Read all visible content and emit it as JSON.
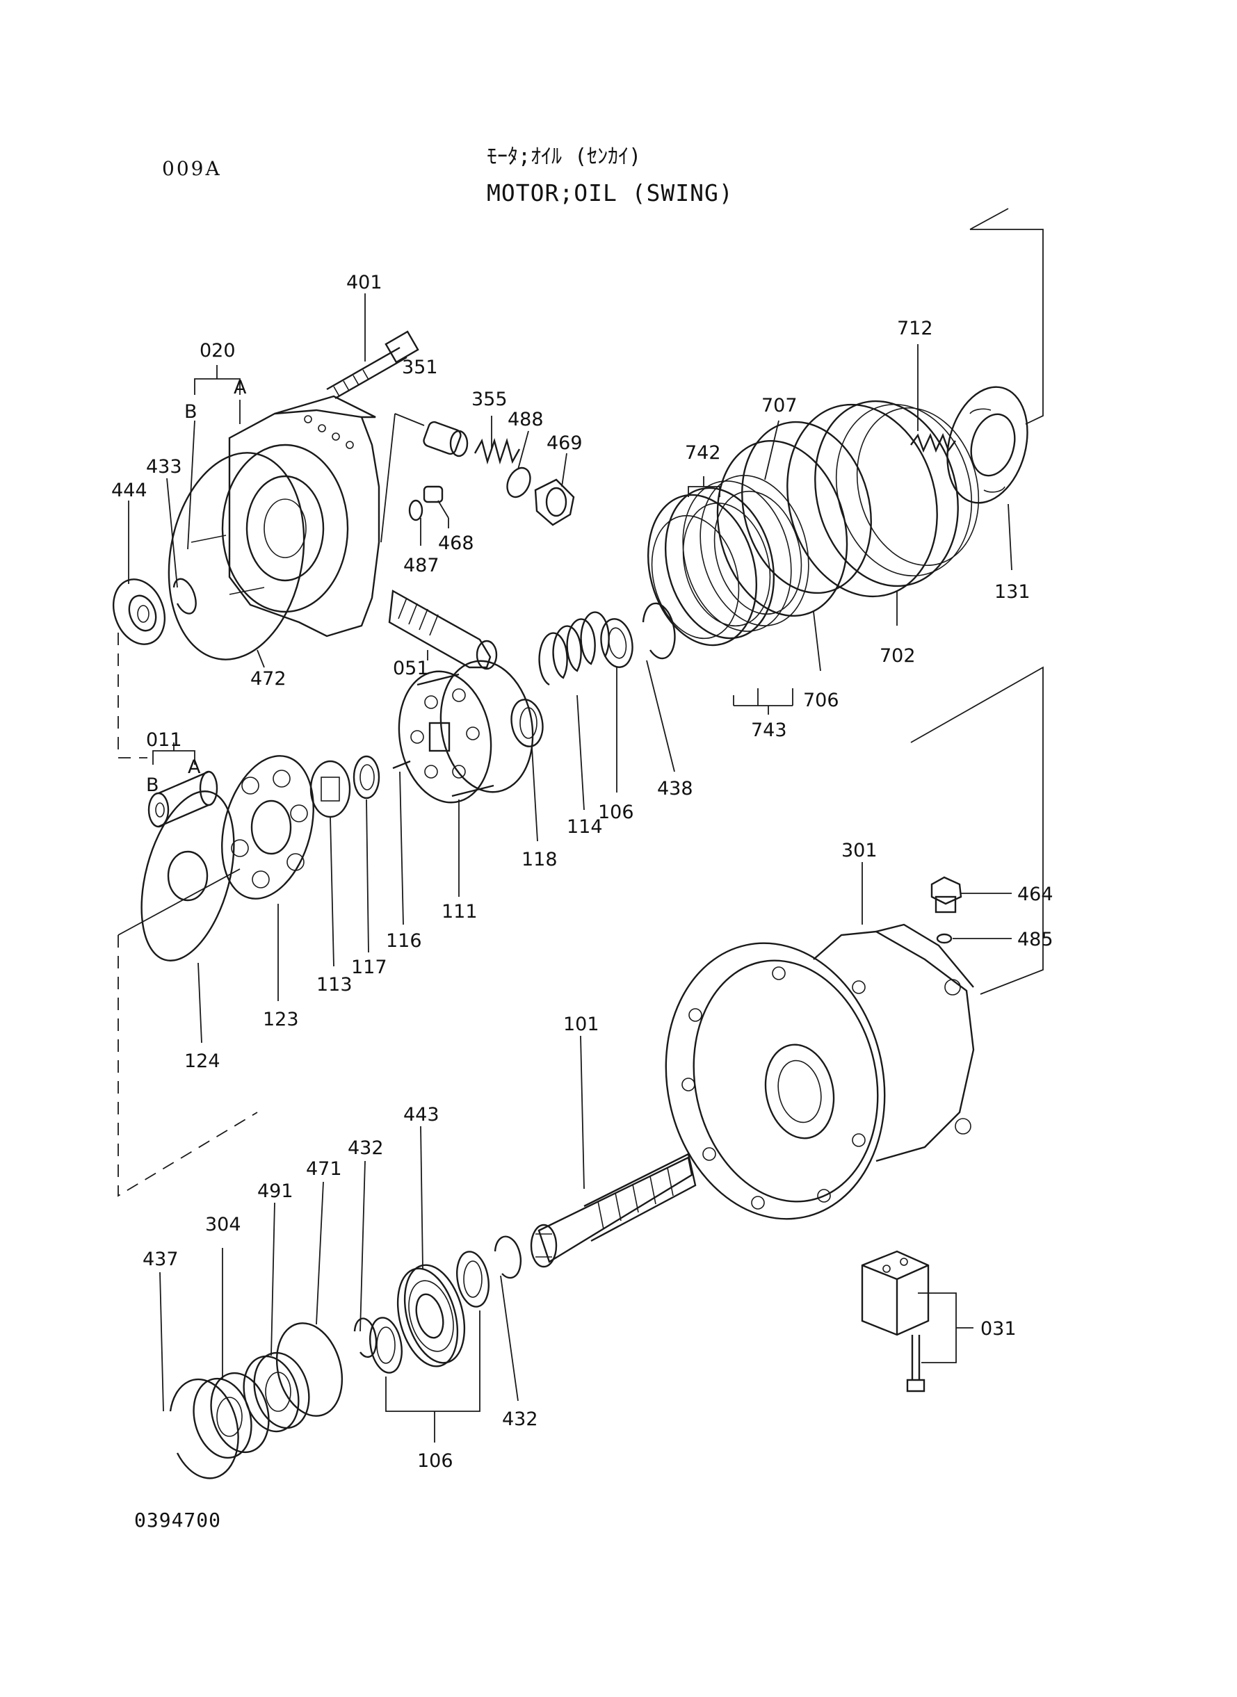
{
  "header": {
    "page_code": "009A",
    "title_jp": "ﾓｰﾀ;ｵｲﾙ (ｾﾝｶｲ)",
    "title_en": "MOTOR;OIL (SWING)"
  },
  "footer": {
    "drawing_number": "0394700"
  },
  "callouts": {
    "c401": "401",
    "c020": "020",
    "cA1": "A",
    "cB1": "B",
    "c351": "351",
    "c355": "355",
    "c488": "488",
    "c469": "469",
    "c433": "433",
    "c444": "444",
    "c468": "468",
    "c487": "487",
    "c472": "472",
    "c051": "051",
    "c712": "712",
    "c707": "707",
    "c742": "742",
    "c131": "131",
    "c702": "702",
    "c706": "706",
    "c743": "743",
    "c011": "011",
    "cA2": "A",
    "cB2": "B",
    "c438": "438",
    "c106a": "106",
    "c114": "114",
    "c118": "118",
    "c111": "111",
    "c116": "116",
    "c117": "117",
    "c113": "113",
    "c123": "123",
    "c124": "124",
    "c301": "301",
    "c464": "464",
    "c485": "485",
    "c101": "101",
    "c443": "443",
    "c432a": "432",
    "c471": "471",
    "c491": "491",
    "c304": "304",
    "c437": "437",
    "c432b": "432",
    "c106b": "106",
    "c031": "031"
  }
}
